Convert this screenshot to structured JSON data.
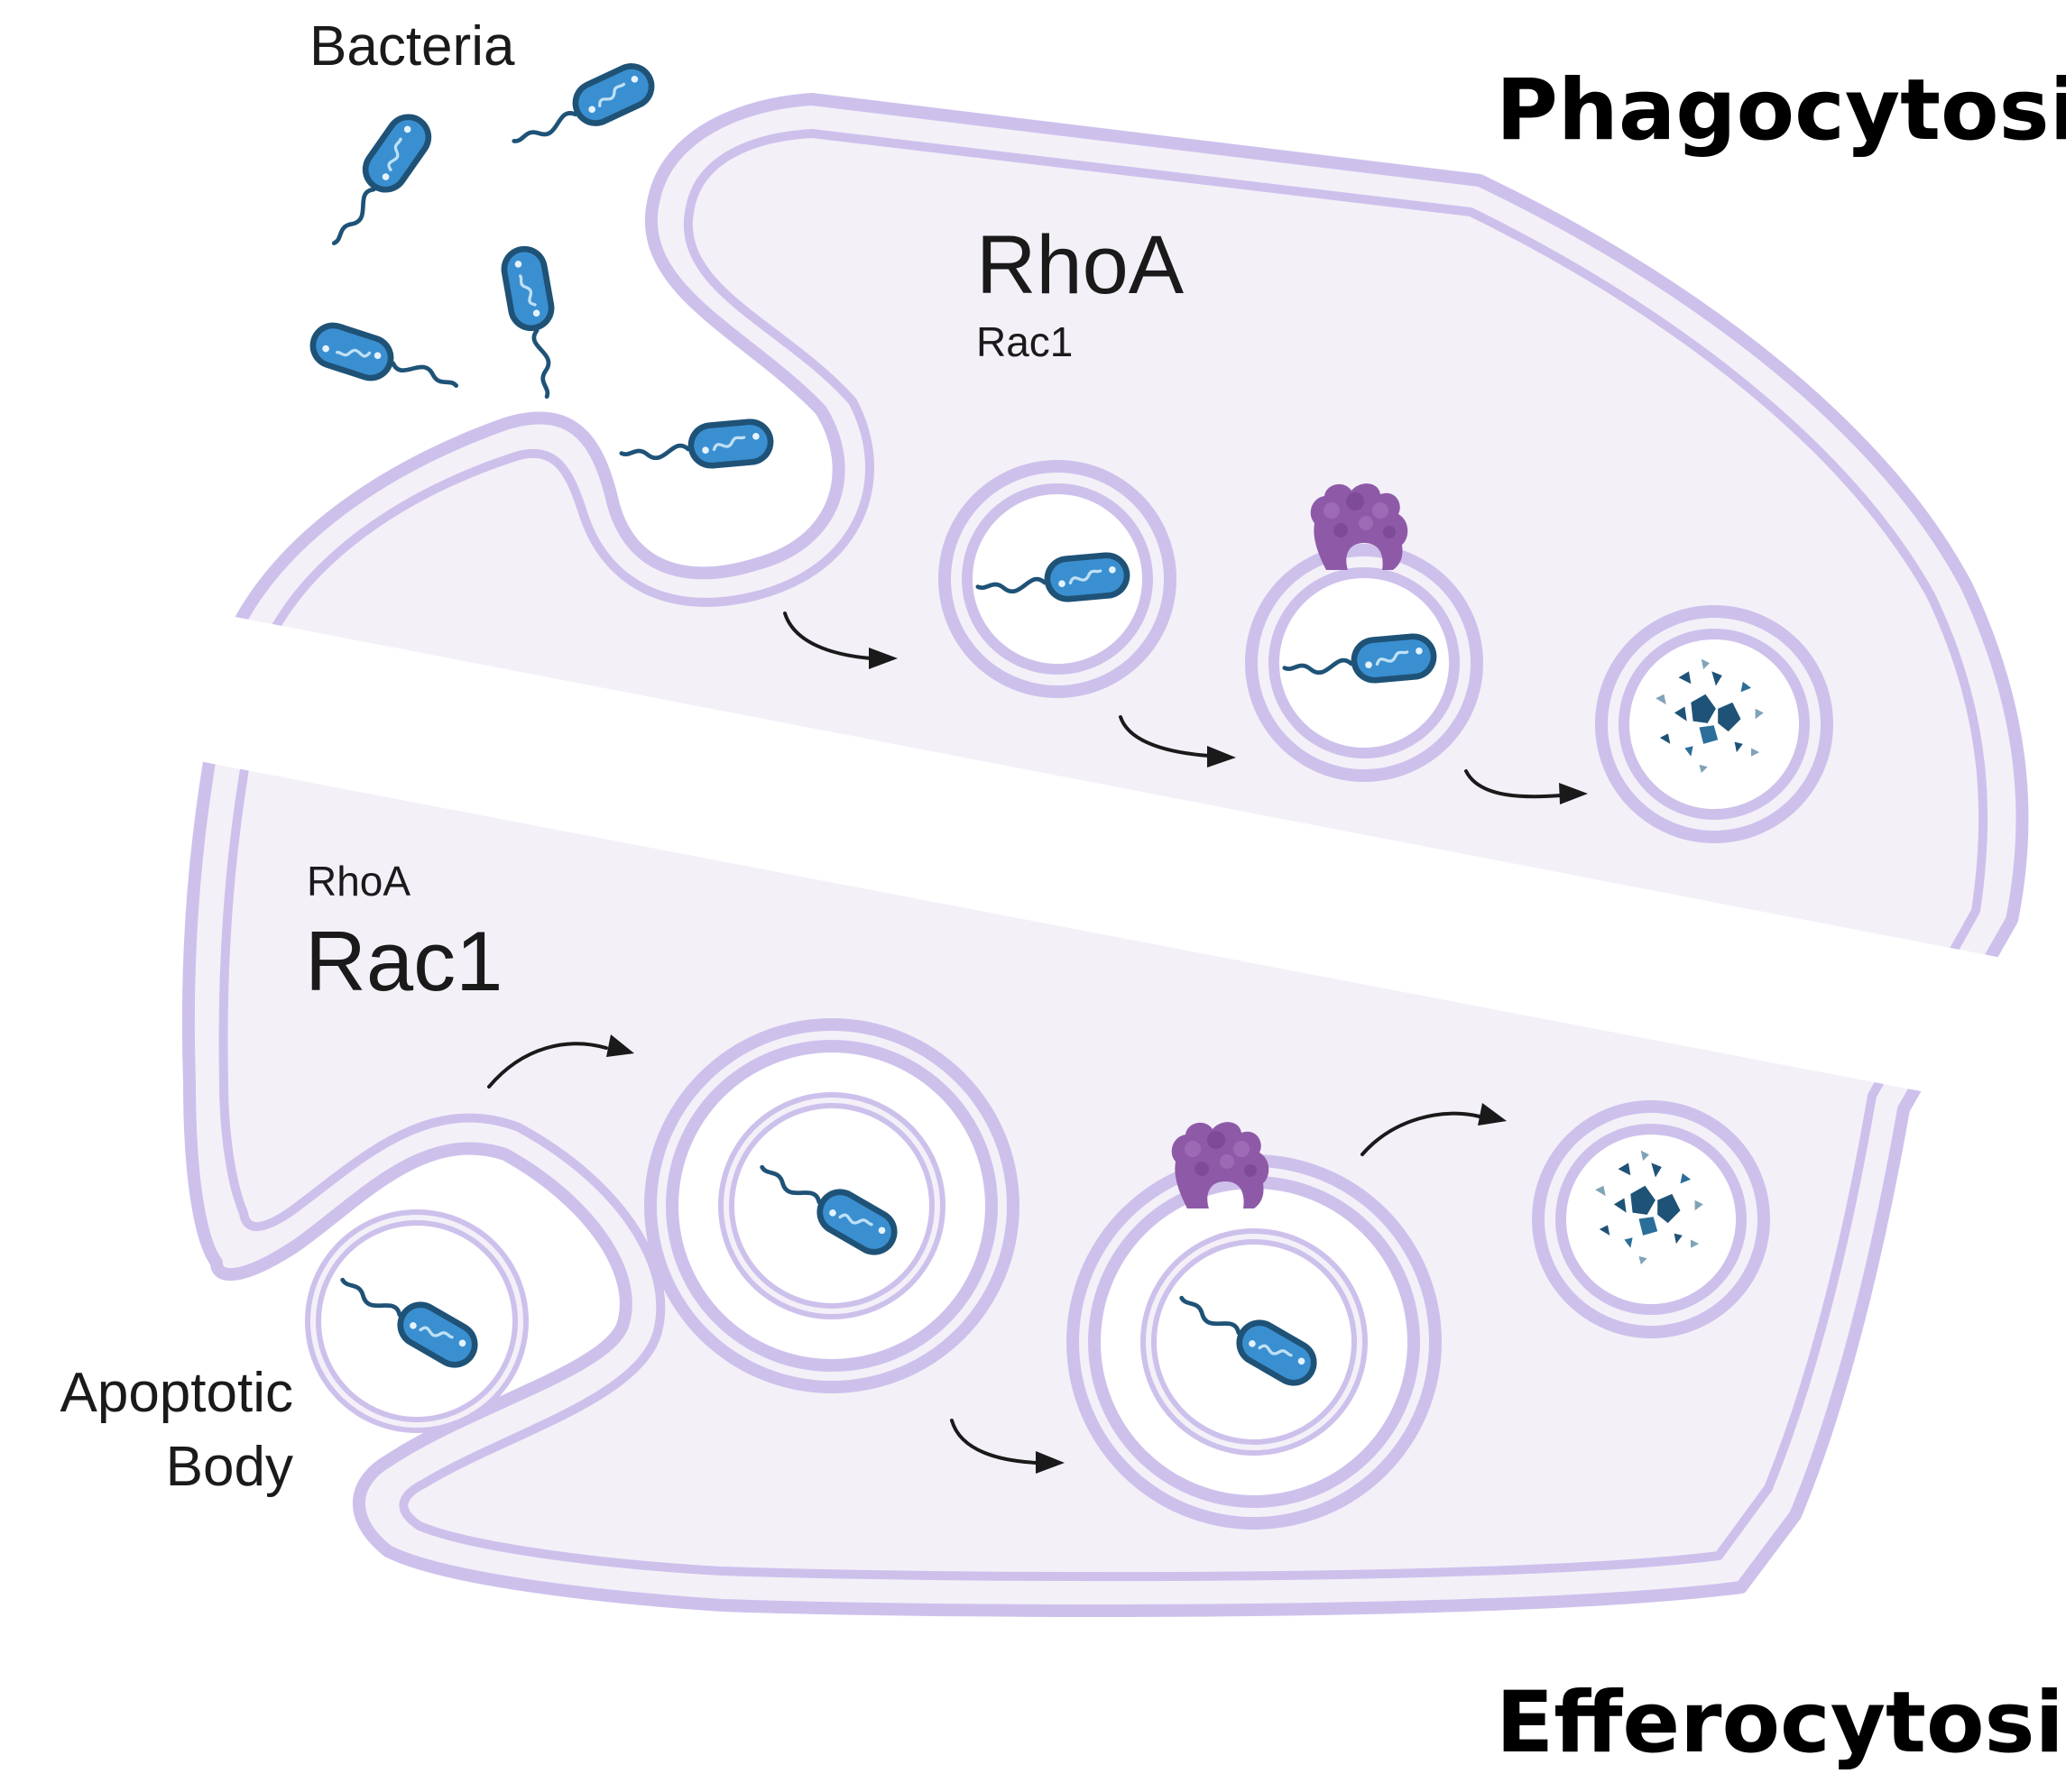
{
  "labels": {
    "bacteria": "Bacteria",
    "phagocytosis": "Phagocytosis",
    "efferocytosis": "Efferocytosis",
    "rhoa_top": "RhoA",
    "rac1_top": "Rac1",
    "rhoa_bottom": "RhoA",
    "rac1_bottom": "Rac1",
    "apoptotic_line1": "Apoptotic",
    "apoptotic_line2": "Body"
  },
  "colors": {
    "membrane": "#cdc1ec",
    "cytoplasm": "#f4f0f8",
    "bacterium_fill": "#3a8fd0",
    "bacterium_outline": "#1f5277",
    "lysosome_protein": "#8e5aa8",
    "debris": "#1f5277",
    "arrow": "#1a1a1a"
  },
  "icons": [
    "bacterium-icon",
    "phagosome-icon",
    "lysosome-protein-icon",
    "phagolysosome-debris-icon",
    "arrow-icon"
  ]
}
